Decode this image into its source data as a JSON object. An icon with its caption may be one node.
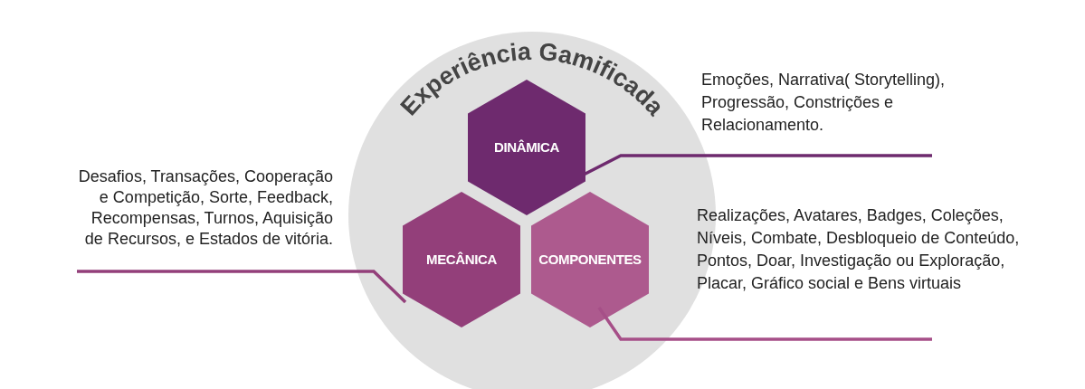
{
  "diagram": {
    "nodes": [
      {
        "text": [
          "Experiência Gamificada"
        ]
      },
      {
        "text": [
          "DINÂMICA"
        ],
        "in": 0
      },
      {
        "text": [
          "MECÂNICA"
        ],
        "in": 0
      },
      {
        "text": [
          "COMPONENTES"
        ],
        "in": 0
      },
      {
        "text": [
          "Emoções, Narrativa( Storytelling), Progressão, Constrições e Relacionamento."
        ]
      },
      {
        "text": [
          "Desafios, Transações, Cooperação e Competição, Sorte, Feedback, Recompensas, Turnos, Aquisição de Recursos, e Estados de vitória."
        ]
      },
      {
        "text": [
          "Realizações, Avatares, Badges, Coleções, Níveis, Combate, Desbloqueio de Conteúdo, Pontos, Doar, Investigação ou Exploração, Placar, Gráfico social e Bens virtuais"
        ]
      }
    ],
    "edges": [
      {
        "from": 1,
        "to": 4,
        "arrow": "none",
        "color": "#6e2a6e"
      },
      {
        "from": 2,
        "to": 5,
        "arrow": "none",
        "color": "#933f7a"
      },
      {
        "from": 3,
        "to": 6,
        "arrow": "none",
        "color": "#a64f88"
      }
    ]
  }
}
